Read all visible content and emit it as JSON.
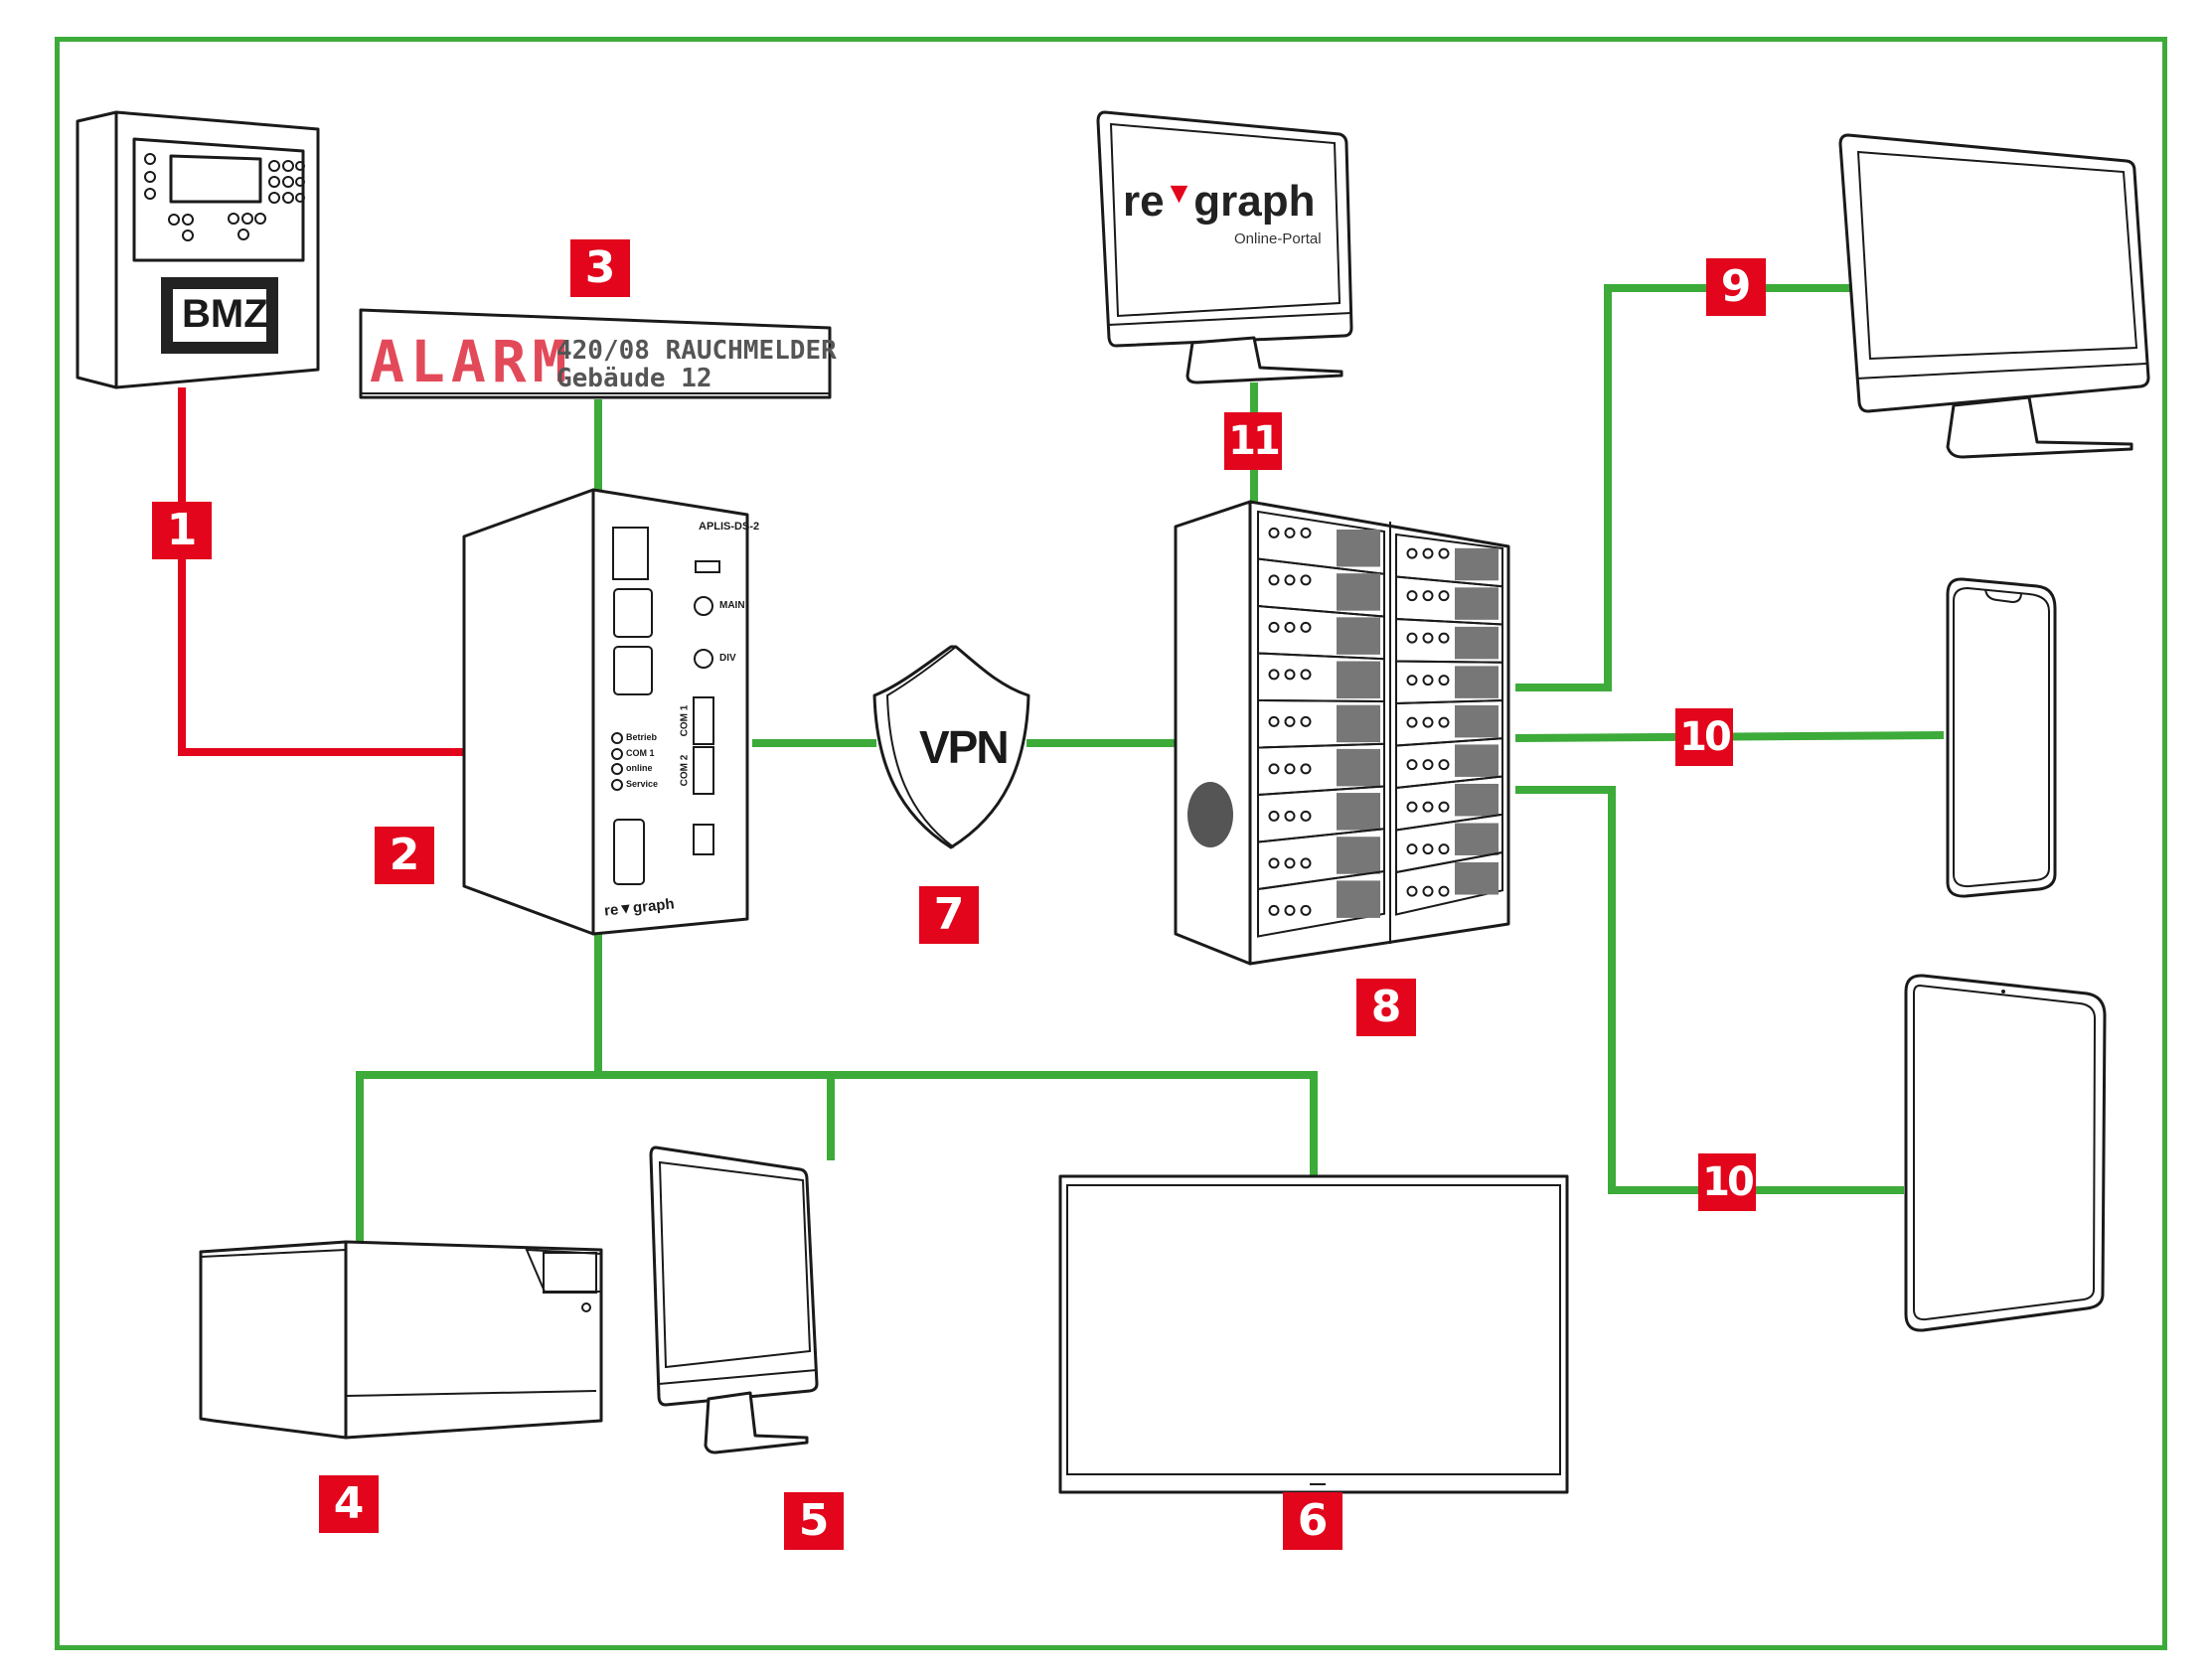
{
  "colors": {
    "frame": "#3dab3a",
    "network_line": "#3dab3a",
    "alarm_line": "#e2051b",
    "badge_bg": "#e2051b",
    "badge_text": "#ffffff"
  },
  "badges": {
    "b1": "1",
    "b2": "2",
    "b3": "3",
    "b4": "4",
    "b5": "5",
    "b6": "6",
    "b7": "7",
    "b8": "8",
    "b9": "9",
    "b10a": "10",
    "b10b": "10",
    "b11": "11"
  },
  "devices": {
    "bmz": {
      "label": "BMZ",
      "icon": "fire-alarm-panel-icon"
    },
    "display": {
      "alarm": "ALARM",
      "line1": "420/08 RAUCHMELDER",
      "line2": "Gebäude 12",
      "icon": "led-display-icon"
    },
    "aplis": {
      "model": "APLIS-DS-2",
      "main": "MAIN",
      "div": "DIV",
      "com1": "COM 1",
      "com2": "COM 2",
      "leds": [
        "Betrieb",
        "COM 1",
        "online",
        "Service"
      ],
      "brand_left": "re",
      "brand_right": "graph",
      "icon": "gateway-device-icon"
    },
    "vpn": {
      "label": "VPN",
      "icon": "shield-icon"
    },
    "portal": {
      "brand_left": "re",
      "brand_right": "graph",
      "subtitle": "Online-Portal",
      "icon": "monitor-icon"
    },
    "server": {
      "icon": "server-rack-icon"
    },
    "printer": {
      "icon": "printer-icon"
    },
    "monitor5": {
      "icon": "monitor-icon"
    },
    "tv": {
      "icon": "tv-icon"
    },
    "monitor9": {
      "icon": "monitor-icon"
    },
    "phone": {
      "icon": "smartphone-icon"
    },
    "tablet": {
      "icon": "tablet-icon"
    }
  }
}
